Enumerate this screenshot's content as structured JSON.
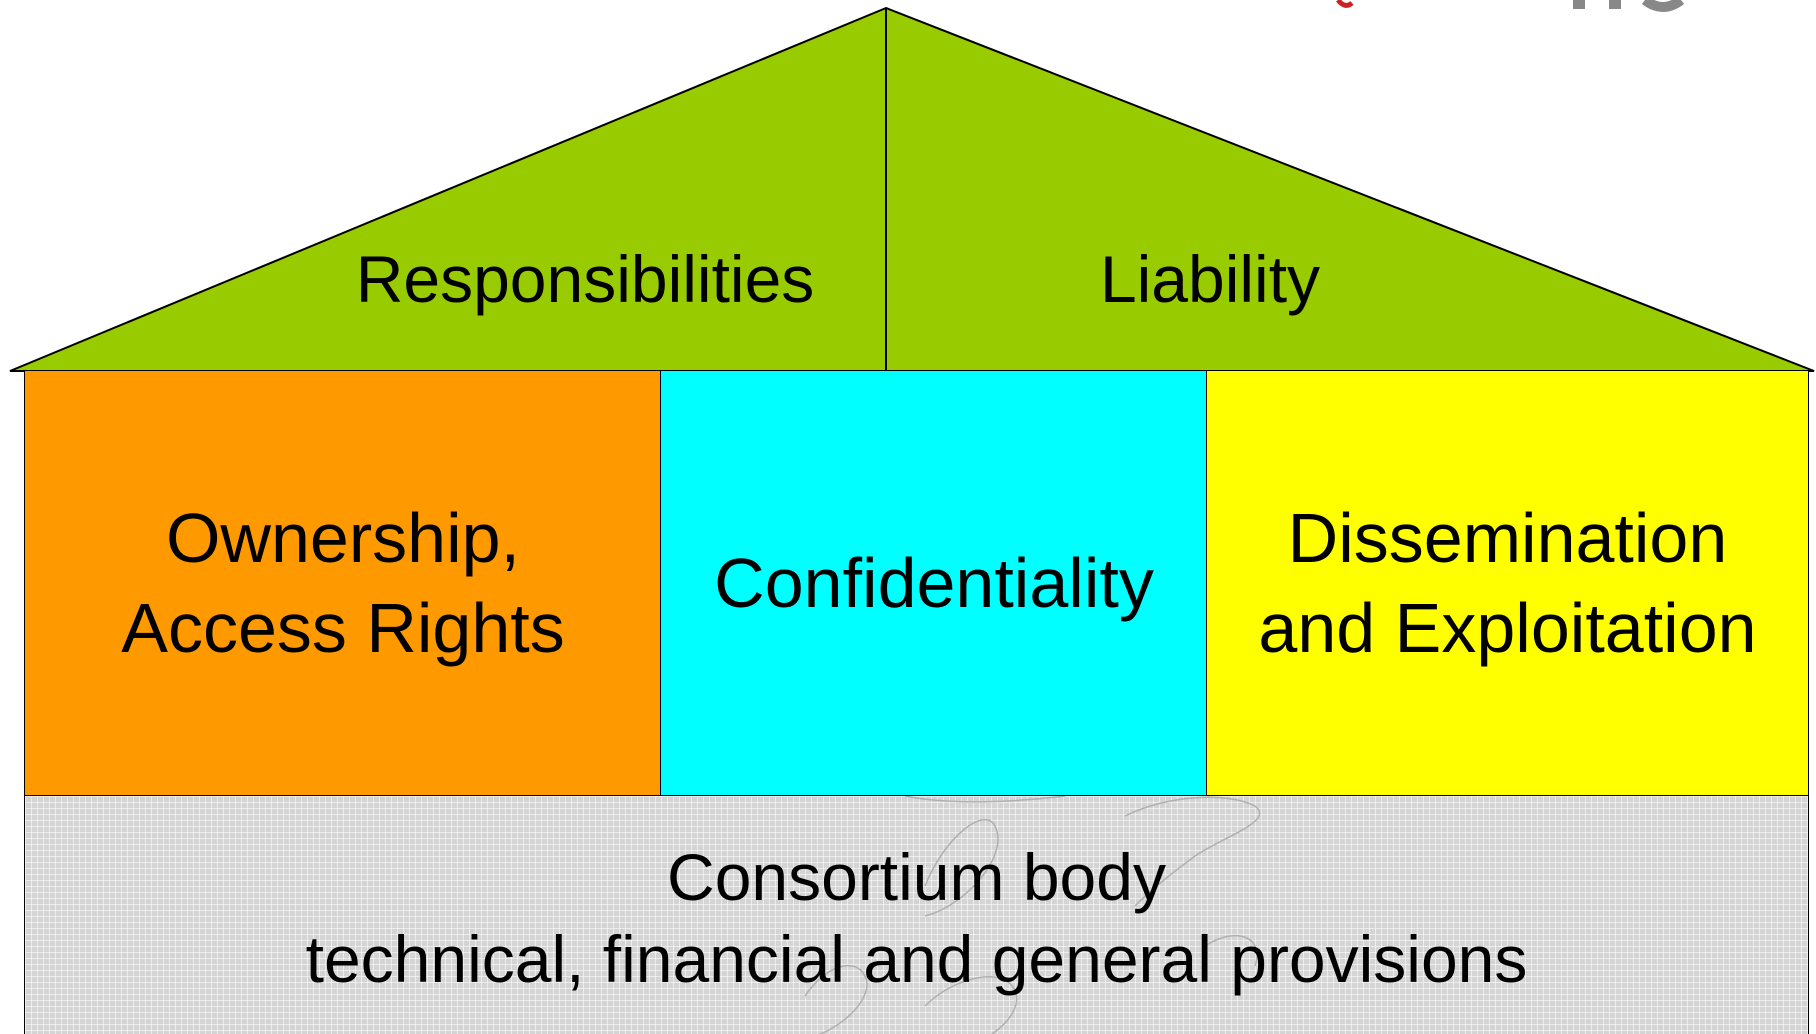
{
  "roof": {
    "left_label": "Responsibilities",
    "right_label": "Liability",
    "color": "#99cc00"
  },
  "pillars": [
    {
      "line1": "Ownership,",
      "line2": "Access Rights",
      "color": "#ff9900"
    },
    {
      "line1": "Confidentiality",
      "line2": "",
      "color": "#00ffff"
    },
    {
      "line1": "Dissemination",
      "line2": "and Exploitation",
      "color": "#ffff00"
    }
  ],
  "foundation": {
    "line1": "Consortium body",
    "line2": "technical, financial and general provisions",
    "color": "#d4d4d4"
  }
}
